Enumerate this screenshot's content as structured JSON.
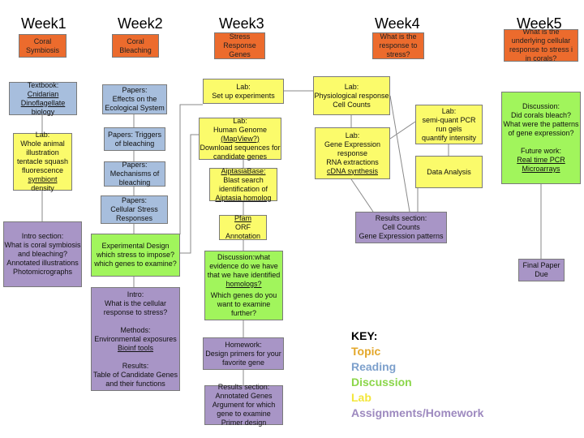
{
  "weeks": [
    "Week1",
    "Week2",
    "Week3",
    "Week4",
    "Week5"
  ],
  "topics": {
    "w1": [
      "Coral",
      "Symbiosis"
    ],
    "w2": [
      "Coral",
      "Bleaching"
    ],
    "w3": [
      "Stress",
      "Response",
      "Genes"
    ],
    "w4": [
      "What is the",
      "response to",
      "stress?"
    ],
    "w5": [
      "What is the",
      "underlying cellular",
      "response to stress i",
      "in corals?"
    ]
  },
  "w1": {
    "textbook": [
      "Textbook:",
      "Cnidarian",
      "Dinoflagellate",
      "biology"
    ],
    "lab": [
      "Lab:",
      "Whole animal",
      "illustration",
      "tentacle squash",
      "fluorescence",
      "symbiont",
      "density"
    ],
    "intro": [
      "Intro section:",
      "What is coral symbiosis",
      "and bleaching?",
      "Annotated illustrations",
      "Photomicrographs"
    ]
  },
  "w2": {
    "papers_effects": [
      "Papers:",
      "Effects on the",
      "Ecological System"
    ],
    "papers_triggers": [
      "Papers: Triggers",
      "of bleaching"
    ],
    "papers_mechanisms": [
      "Papers:",
      "Mechanisms of",
      "bleaching"
    ],
    "papers_cellular": [
      "Papers:",
      "Cellular Stress",
      "Responses"
    ],
    "exp_design": [
      "Experimental Design",
      "which stress to impose?",
      "which genes to examine?"
    ],
    "intro": [
      "Intro:",
      "What is the cellular",
      "response to stress?",
      "",
      "Methods:",
      "Environmental exposures",
      "Bioinf tools",
      "",
      "Results:",
      "Table of Candidate Genes",
      "and their functions"
    ]
  },
  "w3": {
    "setup": [
      "Lab:",
      "Set up experiments"
    ],
    "human_genome": [
      "Lab:",
      "Human Genome",
      "(MapView?)",
      "Download sequences for",
      "candidate genes"
    ],
    "aiptasia": [
      "AiptasiaBase:",
      "Blast search",
      "identification of",
      "Aiptasia homolog"
    ],
    "pfam": [
      "Pfam",
      "ORF",
      "Annotation"
    ],
    "discussion": [
      "Discussion:what",
      "evidence do we have",
      "that we have identified",
      "homologs?",
      "",
      "Which genes do you",
      "want to examine",
      "further?"
    ],
    "homework": [
      "Homework:",
      "Design primers for your",
      "favorite gene"
    ],
    "results": [
      "Results section:",
      "Annotated Genes",
      "Argument for which",
      "gene to examine",
      "Primer design"
    ]
  },
  "w4": {
    "physio": [
      "Lab:",
      "Physiological response",
      "Cell Counts"
    ],
    "gene_expr": [
      "Lab:",
      "Gene Expression",
      "response",
      "RNA extractions",
      "cDNA synthesis"
    ],
    "semiquant": [
      "Lab:",
      "semi-quant PCR",
      "run gels",
      "quantify intensity"
    ],
    "data_analysis": [
      "Data Analysis"
    ],
    "results": [
      "Results section:",
      "Cell Counts",
      "Gene Expression patterns"
    ]
  },
  "w5": {
    "discussion": [
      "Discussion:",
      "Did corals bleach?",
      "What were the patterns",
      "of gene expression?",
      "",
      "Future work:",
      "Real time PCR",
      "Microarrays"
    ],
    "final": [
      "Final Paper",
      "Due"
    ]
  },
  "key": {
    "title": "KEY:",
    "items": [
      {
        "label": "Topic",
        "color": "#e3a72a"
      },
      {
        "label": "Reading",
        "color": "#7da0cc"
      },
      {
        "label": "Discussion",
        "color": "#8bd64a"
      },
      {
        "label": "Lab",
        "color": "#f3e63a"
      },
      {
        "label": "Assignments/Homework",
        "color": "#9d89bf"
      }
    ]
  },
  "colors": {
    "topic": "#ec6b2d",
    "reading": "#a7bedd",
    "discussion": "#a1f55c",
    "lab": "#fbfb6b",
    "assignment": "#a895c6"
  }
}
